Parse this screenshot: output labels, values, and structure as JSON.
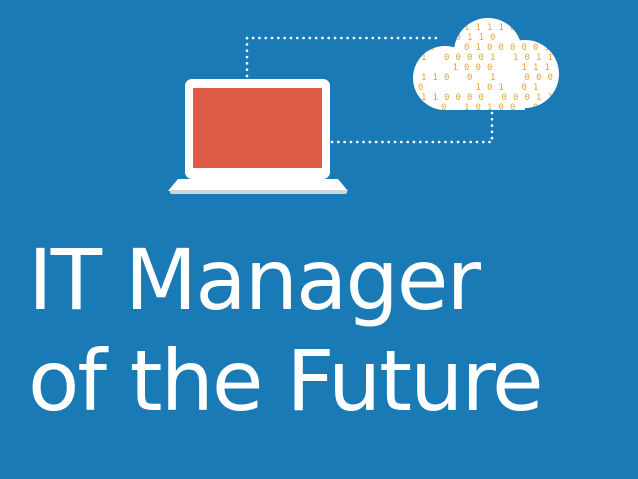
{
  "slide": {
    "background_color": "#1a7ab6",
    "title_line_1": "IT Manager",
    "title_line_2": "of the Future",
    "title_color": "#ffffff"
  },
  "illustration": {
    "laptop": {
      "icon": "laptop-icon",
      "screen_color": "#de5b45",
      "frame_color": "#ffffff",
      "base_shadow_color": "#cfd6da"
    },
    "cloud": {
      "icon": "cloud-icon",
      "fill_color": "#ffffff",
      "digit_color": "#e8a33a"
    },
    "connector": {
      "icon": "dotted-connector-lines",
      "color": "#ffffff"
    }
  }
}
